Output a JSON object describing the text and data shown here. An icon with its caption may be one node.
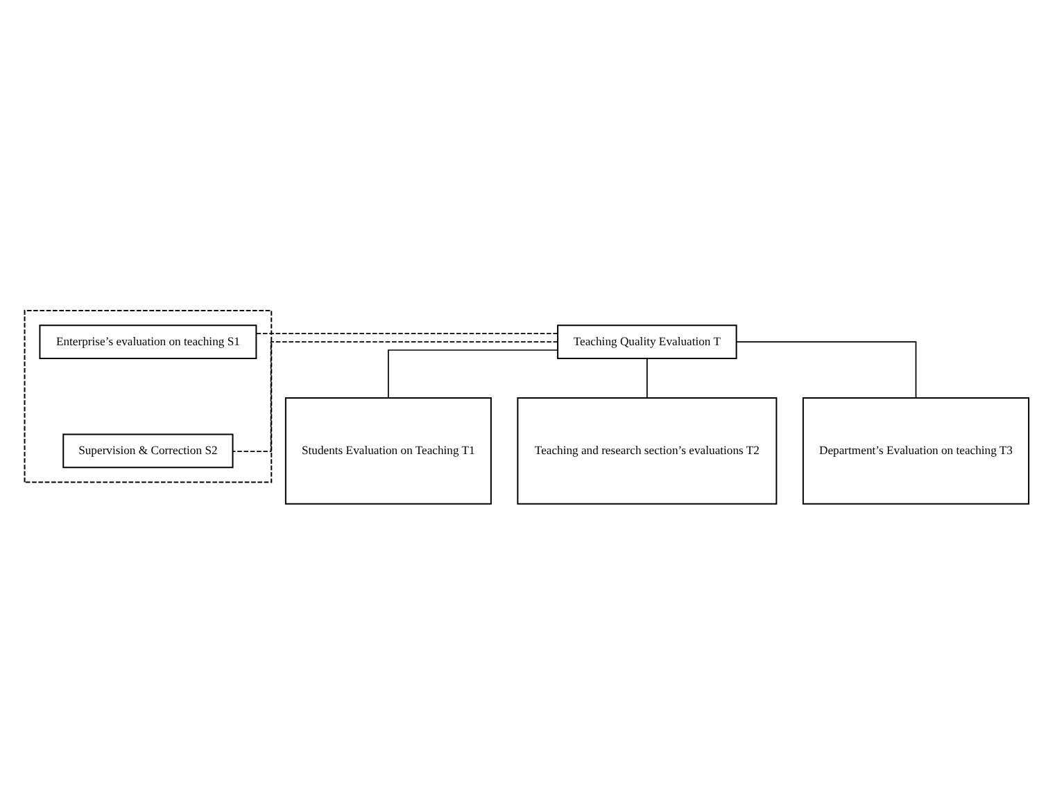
{
  "diagram": {
    "nodes": [
      {
        "text": [
          "Teaching Quality Evaluation T"
        ]
      },
      {
        "text": [],
        "shape": "box"
      },
      {
        "text": [
          "Enterprise’s evaluation on teaching S1"
        ],
        "in": 1
      },
      {
        "text": [
          "Supervision & Correction S2"
        ],
        "in": 1
      },
      {
        "text": [
          "Students Evaluation on Teaching T1"
        ]
      },
      {
        "text": [
          "Teaching and research section’s evaluations T2"
        ]
      },
      {
        "text": [
          "Department’s Evaluation on teaching T3"
        ]
      }
    ],
    "edges": [
      {
        "from": 0,
        "to": 2,
        "arrow": "none",
        "style": "dashed"
      },
      {
        "from": 0,
        "to": 3,
        "arrow": "none",
        "style": "dashed"
      },
      {
        "from": 0,
        "to": 4,
        "arrow": "none"
      },
      {
        "from": 0,
        "to": 5,
        "arrow": "none"
      },
      {
        "from": 0,
        "to": 6,
        "arrow": "none"
      }
    ]
  }
}
